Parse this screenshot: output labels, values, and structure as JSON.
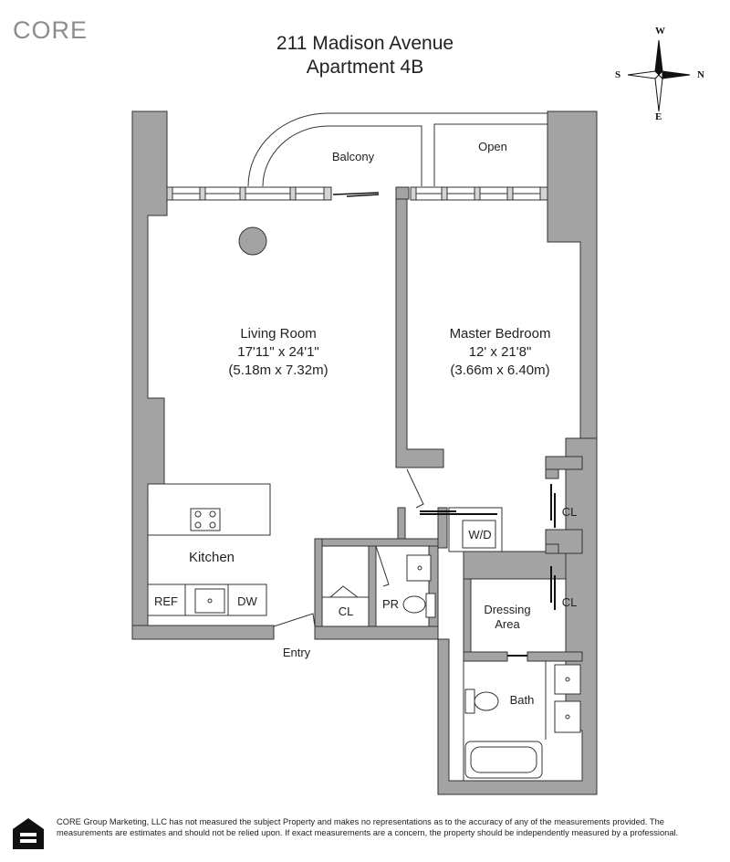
{
  "brand": {
    "logo_text": "CORE"
  },
  "header": {
    "address": "211 Madison Avenue",
    "unit": "Apartment 4B"
  },
  "compass": {
    "north": "N",
    "south": "S",
    "east": "E",
    "west": "W"
  },
  "rooms": {
    "living": {
      "name": "Living Room",
      "dims_imperial": "17'11\" x 24'1\"",
      "dims_metric": "(5.18m x 7.32m)"
    },
    "bedroom": {
      "name": "Master Bedroom",
      "dims_imperial": "12' x 21'8\"",
      "dims_metric": "(3.66m x 6.40m)"
    },
    "balcony": "Balcony",
    "open": "Open",
    "kitchen": "Kitchen",
    "ref": "REF",
    "dw": "DW",
    "entry": "Entry",
    "cl_entry": "CL",
    "pr": "PR",
    "wd": "W/D",
    "cl_upper": "CL",
    "cl_lower": "CL",
    "dressing_line1": "Dressing",
    "dressing_line2": "Area",
    "bath": "Bath"
  },
  "footer": {
    "disclaimer": "CORE Group Marketing, LLC has not measured the subject Property and makes no representations as to the accuracy of any of the measurements provided. The measurements are estimates and should not be relied upon. If exact measurements are a concern, the property should be independently measured by a professional."
  },
  "colors": {
    "wall": "#a3a3a3",
    "line": "#333333",
    "logo": "#8c8c8c",
    "accent_o": "#e0301e"
  }
}
